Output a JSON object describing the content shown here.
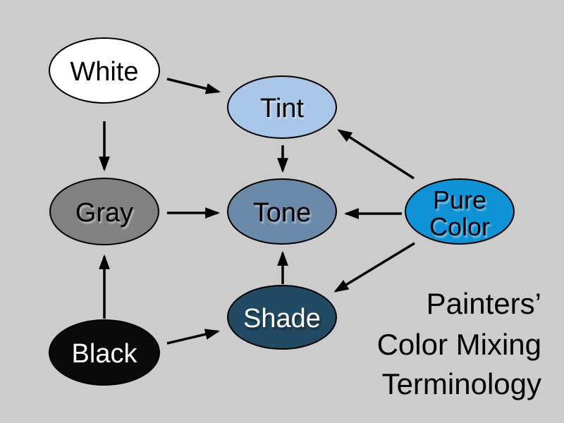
{
  "canvas": {
    "background": "#cccccc",
    "outline_color": "#000000",
    "arrow_color": "#000000"
  },
  "title": {
    "lines": [
      "Painters’",
      "Color Mixing",
      "Terminology"
    ]
  },
  "nodes": {
    "white": {
      "label": "White",
      "fill": "#ffffff",
      "text_color": "#000000"
    },
    "tint": {
      "label": "Tint",
      "fill": "#a9c6e9",
      "text_color": "#000000"
    },
    "gray": {
      "label": "Gray",
      "fill": "#818181",
      "text_color": "#000000"
    },
    "tone": {
      "label": "Tone",
      "fill": "#6b89a9",
      "text_color": "#000000"
    },
    "pure_color": {
      "label": "Pure Color",
      "label_lines": [
        "Pure",
        "Color"
      ],
      "fill": "#1092d6",
      "text_color": "#000000"
    },
    "shade": {
      "label": "Shade",
      "fill": "#234a63",
      "text_color": "#ffffff"
    },
    "black": {
      "label": "Black",
      "fill": "#0a0a0a",
      "text_color": "#ffffff"
    }
  },
  "edges": [
    {
      "from": "White",
      "to": "Tint"
    },
    {
      "from": "White",
      "to": "Gray"
    },
    {
      "from": "Tint",
      "to": "Tone"
    },
    {
      "from": "Gray",
      "to": "Tone"
    },
    {
      "from": "Pure Color",
      "to": "Tint"
    },
    {
      "from": "Pure Color",
      "to": "Tone"
    },
    {
      "from": "Pure Color",
      "to": "Shade"
    },
    {
      "from": "Black",
      "to": "Gray"
    },
    {
      "from": "Black",
      "to": "Shade"
    },
    {
      "from": "Shade",
      "to": "Tone"
    }
  ]
}
